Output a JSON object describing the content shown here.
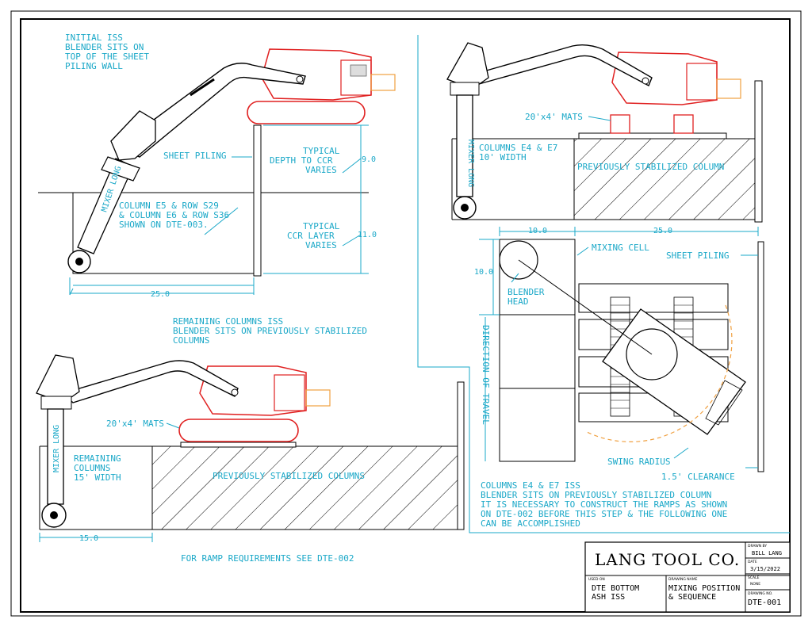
{
  "notes": {
    "initial_iss": [
      "INITIAL ISS",
      "BLENDER SITS ON",
      "TOP OF THE SHEET",
      "PILING WALL"
    ],
    "sheet_piling_left": "SHEET PILING",
    "typical_depth": [
      "TYPICAL",
      "DEPTH TO CCR",
      "VARIES"
    ],
    "typical_depth_dim": "9.0",
    "column_e5": [
      "COLUMN E5 & ROW S29",
      "& COLUMN E6 & ROW S36",
      "SHOWN ON DTE-003."
    ],
    "typical_ccr": [
      "TYPICAL",
      "CCR LAYER",
      "VARIES"
    ],
    "ccr_dim": "11.0",
    "width_25_left": "25.0",
    "remaining_iss": [
      "REMAINING COLUMNS ISS",
      "BLENDER SITS ON PREVIOUSLY STABILIZED",
      "COLUMNS"
    ],
    "mats_bottom": "20'x4' MATS",
    "remaining_columns": [
      "REMAINING",
      "COLUMNS",
      "15' WIDTH"
    ],
    "previously_stabilized_columns": "PREVIOUSLY STABILIZED COLUMNS",
    "width_15": "15.0",
    "ramp_note": "FOR RAMP REQUIREMENTS SEE DTE-002",
    "mats_top_right": "20'x4' MATS",
    "columns_e4_e7": [
      "COLUMNS E4 & E7",
      "10' WIDTH"
    ],
    "previously_stabilized_column": "PREVIOUSLY STABILIZED COLUMN",
    "width_10": "10.0",
    "width_25_right": "25.0",
    "mixing_cell": "MIXING CELL",
    "sheet_piling_right": "SHEET PILING",
    "height_10": "10.0",
    "blender_head": [
      "BLENDER",
      "HEAD"
    ],
    "direction_of_travel": "DIRECTION OF TRAVEL",
    "swing_radius": "SWING RADIUS",
    "clearance": "1.5' CLEARANCE",
    "columns_e4_e7_iss": [
      "COLUMNS E4 & E7 ISS",
      "BLENDER SITS ON PREVIOUSLY STABILIZED COLUMN",
      "IT IS NECESSARY TO CONSTRUCT THE RAMPS AS SHOWN",
      "ON DTE-002 BEFORE THIS STEP & THE FOLLOWING ONE",
      "CAN BE ACCOMPLISHED"
    ],
    "mixer_label": "MIXER LONG"
  },
  "title_block": {
    "company": "LANG TOOL CO.",
    "drawn_by_label": "DRAWN BY",
    "drawn_by": "BILL LANG",
    "date_label": "DATE",
    "date": "3/15/2022",
    "scale_label": "SCALE",
    "scale": "NONE",
    "used_on_label": "USED ON",
    "used_on": [
      "DTE BOTTOM",
      "ASH ISS"
    ],
    "drawing_name_label": "DRAWING NAME",
    "drawing_name": [
      "MIXING POSITION",
      "& SEQUENCE"
    ],
    "drawing_no_label": "DRAWING NO.",
    "drawing_no": "DTE-001"
  },
  "colors": {
    "cyan": "#1aa8c8",
    "red": "#e02020",
    "orange": "#f0a040",
    "black": "#000000"
  }
}
